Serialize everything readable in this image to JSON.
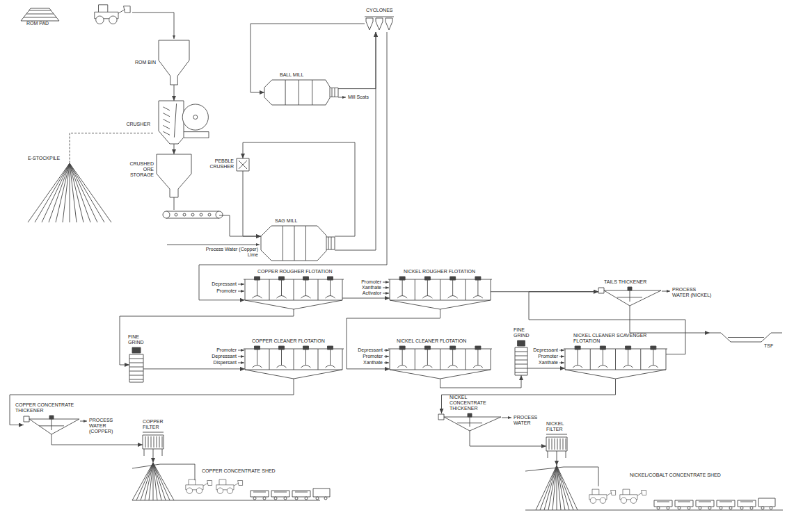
{
  "diagram": {
    "nodes": [
      {
        "text": [
          "ROM PAD"
        ]
      },
      {
        "text": [
          "ROM BIN"
        ]
      },
      {
        "text": [
          "CRUSHER"
        ]
      },
      {
        "text": [
          "E-STOCKPILE"
        ]
      },
      {
        "text": [
          "CRUSHED ORE STORAGE"
        ]
      },
      {
        "text": [
          "CYCLONES"
        ]
      },
      {
        "text": [
          "BALL MILL"
        ]
      },
      {
        "text": [
          "PEBBLE CRUSHER"
        ]
      },
      {
        "text": [
          "SAG MILL"
        ]
      },
      {
        "text": [
          "COPPER ROUGHER FLOTATION"
        ]
      },
      {
        "text": [
          "NICKEL ROUGHER FLOTATION"
        ]
      },
      {
        "text": [
          "TAILS THICKENER"
        ]
      },
      {
        "text": [
          "TSF"
        ]
      },
      {
        "text": [
          "FINE GRIND"
        ]
      },
      {
        "text": [
          "COPPER CLEANER FLOTATION"
        ]
      },
      {
        "text": [
          "NICKEL CLEANER FLOTATION"
        ]
      },
      {
        "text": [
          "FINE GRIND"
        ]
      },
      {
        "text": [
          "NICKEL CLEANER SCAVENGER FLOTATION"
        ]
      },
      {
        "text": [
          "COPPER CONCENTRATE THICKENER"
        ]
      },
      {
        "text": [
          "COPPER FILTER"
        ]
      },
      {
        "text": [
          "COPPER CONCENTRATE SHED"
        ]
      },
      {
        "text": [
          "NICKEL CONCENTRATE THICKENER"
        ]
      },
      {
        "text": [
          "NICKEL FILTER"
        ]
      },
      {
        "text": [
          "NICKEL/COBALT CONCENTRATE SHED"
        ]
      }
    ],
    "edges": [
      {
        "from": 1,
        "to": 2,
        "arrow": "to"
      },
      {
        "from": 2,
        "to": 3,
        "arrow": "none"
      },
      {
        "from": 2,
        "to": 4,
        "arrow": "to"
      },
      {
        "from": 4,
        "to": 8,
        "arrow": "to"
      },
      {
        "from": 8,
        "to": 7,
        "arrow": "to"
      },
      {
        "from": 7,
        "to": 8,
        "arrow": "to"
      },
      {
        "from": 8,
        "to": 5,
        "arrow": "to"
      },
      {
        "from": 5,
        "to": 6,
        "arrow": "to"
      },
      {
        "from": 6,
        "to": 5,
        "arrow": "to"
      },
      {
        "from": 5,
        "to": 9,
        "arrow": "to"
      },
      {
        "from": 9,
        "to": 10,
        "arrow": "to"
      },
      {
        "from": 10,
        "to": 11,
        "arrow": "to"
      },
      {
        "from": 11,
        "to": 12,
        "arrow": "to"
      },
      {
        "from": 9,
        "to": 13,
        "arrow": "to"
      },
      {
        "from": 13,
        "to": 14,
        "arrow": "to"
      },
      {
        "from": 10,
        "to": 15,
        "arrow": "to"
      },
      {
        "from": 15,
        "to": 16,
        "arrow": "to"
      },
      {
        "from": 16,
        "to": 17,
        "arrow": "to"
      },
      {
        "from": 17,
        "to": 11,
        "arrow": "to"
      },
      {
        "from": 17,
        "to": 21,
        "arrow": "to"
      },
      {
        "from": 14,
        "to": 18,
        "arrow": "to"
      },
      {
        "from": 18,
        "to": 19,
        "arrow": "to"
      },
      {
        "from": 19,
        "to": 20,
        "arrow": "to"
      },
      {
        "from": 21,
        "to": 22,
        "arrow": "to"
      },
      {
        "from": 22,
        "to": 23,
        "arrow": "to"
      }
    ],
    "labels": [
      "Mill Scats",
      "Process Water (Copper)",
      "Lime",
      "Depressant",
      "Promoter",
      "Promoter",
      "Xanthate",
      "Activator",
      "PROCESS WATER (NICKEL)",
      "Promoter",
      "Depressant",
      "Dispersant",
      "Depressant",
      "Promoter",
      "Xanthate",
      "Depressant",
      "Promoter",
      "Xanthate",
      "PROCESS WATER (COPPER)",
      "PROCESS WATER"
    ]
  }
}
